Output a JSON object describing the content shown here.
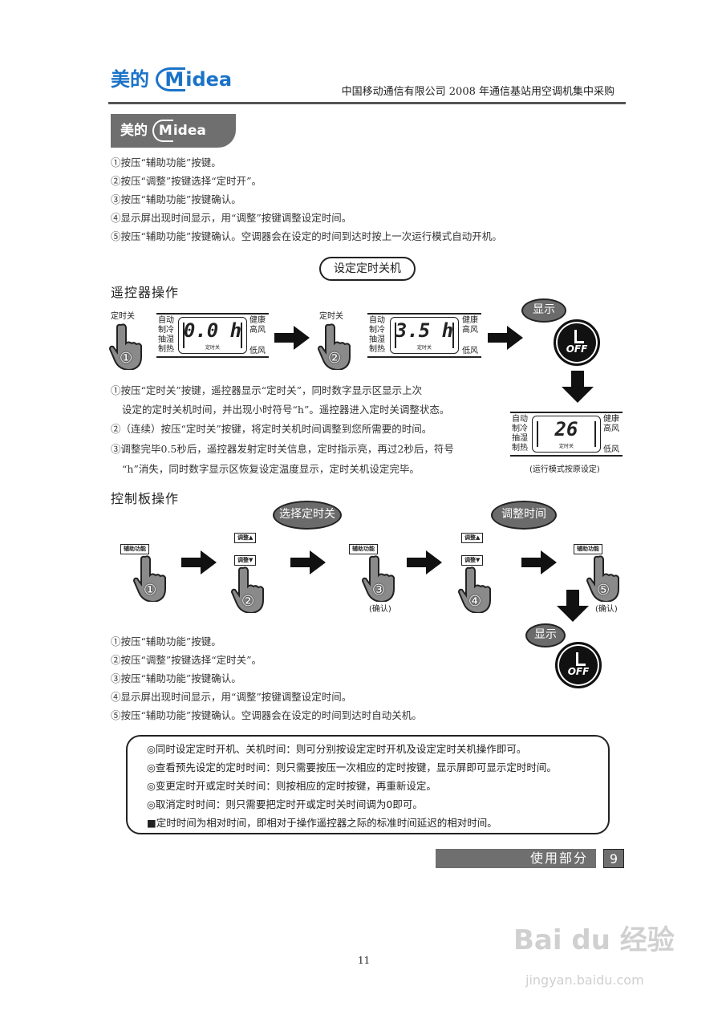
{
  "header": {
    "logo_cn": "美的",
    "logo_en": "idea",
    "logo_m": "M",
    "title": "中国移动通信有限公司 2008 年通信基站用空调机集中采购"
  },
  "tab_logo": {
    "cn": "美的",
    "m": "M",
    "en": "idea"
  },
  "timer_on_steps": [
    "①按压“辅助功能”按键。",
    "②按压“调整”按键选择“定时开”。",
    "③按压“辅助功能”按键确认。",
    "④显示屏出现时间显示，用“调整”按键调整设定时间。",
    "⑤按压“辅助功能”按键确认。空调器会在设定的时间到达时按上一次运行模式自动开机。"
  ],
  "section_title": "设定定时关机",
  "remote": {
    "heading": "遥控器操作",
    "button_label": "定时关",
    "hand_numbers": [
      "①",
      "②"
    ],
    "lcd_left": [
      "自动",
      "制冷",
      "抽湿",
      "制热"
    ],
    "lcd_right_top": [
      "健康",
      "高风"
    ],
    "lcd_right_bottom": "低风",
    "lcd_caption": "定时关",
    "lcd_values": [
      "0.0",
      "3.5",
      "26"
    ],
    "hour_symbol": "h",
    "bubble": "显示",
    "off_label": "OFF",
    "result_caption": "(运行模式按原设定)",
    "steps": [
      "①按压“定时关”按键，遥控器显示“定时关”，同时数字显示区显示上次",
      "设定的定时关机时间，并出现小时符号“h”。遥控器进入定时关调整状态。",
      "②（连续）按压“定时关”按键，将定时关机时间调整到您所需要的时间。",
      "③调整完毕0.5秒后，遥控器发射定时关信息，定时指示亮，再过2秒后，符号",
      "“h”消失，同时数字显示区恢复设定温度显示，定时关机设定完毕。"
    ]
  },
  "panel": {
    "heading": "控制板操作",
    "aux_key": "辅助功能",
    "adjust_up": "调整▲",
    "adjust_down": "调整▼",
    "bubble_select": "选择定时关",
    "bubble_adjust": "调整时间",
    "hand_numbers": [
      "①",
      "②",
      "③",
      "④",
      "⑤"
    ],
    "confirm": "(确认)",
    "bubble_show": "显示",
    "off_label": "OFF",
    "steps": [
      "①按压“辅助功能”按键。",
      "②按压“调整”按键选择“定时关”。",
      "③按压“辅助功能”按键确认。",
      "④显示屏出现时间显示，用“调整”按键调整设定时间。",
      "⑤按压“辅助功能”按键确认。空调器会在设定的时间到达时自动关机。"
    ]
  },
  "notes": [
    "◎同时设定定时开机、关机时间：则可分别按设定定时开机及设定定时关机操作即可。",
    "◎查看预先设定的定时时间：则只需要按压一次相应的定时按键，显示屏即可显示定时时间。",
    "◎变更定时开或定时关时间：则按相应的定时按键，再重新设定。",
    "◎取消定时时间：则只需要把定时开或定时关时间调为0即可。",
    "■定时时间为相对时间，即相对于操作遥控器之际的标准时间延迟的相对时间。"
  ],
  "footer": {
    "section": "使用部分",
    "section_number": "9",
    "page_number": "11"
  },
  "watermark": {
    "brand": "Bai du 经验",
    "url": "jingyan.baidu.com"
  },
  "colors": {
    "logo_blue": "#1a73c8",
    "band_gray": "#6f6f6f"
  }
}
